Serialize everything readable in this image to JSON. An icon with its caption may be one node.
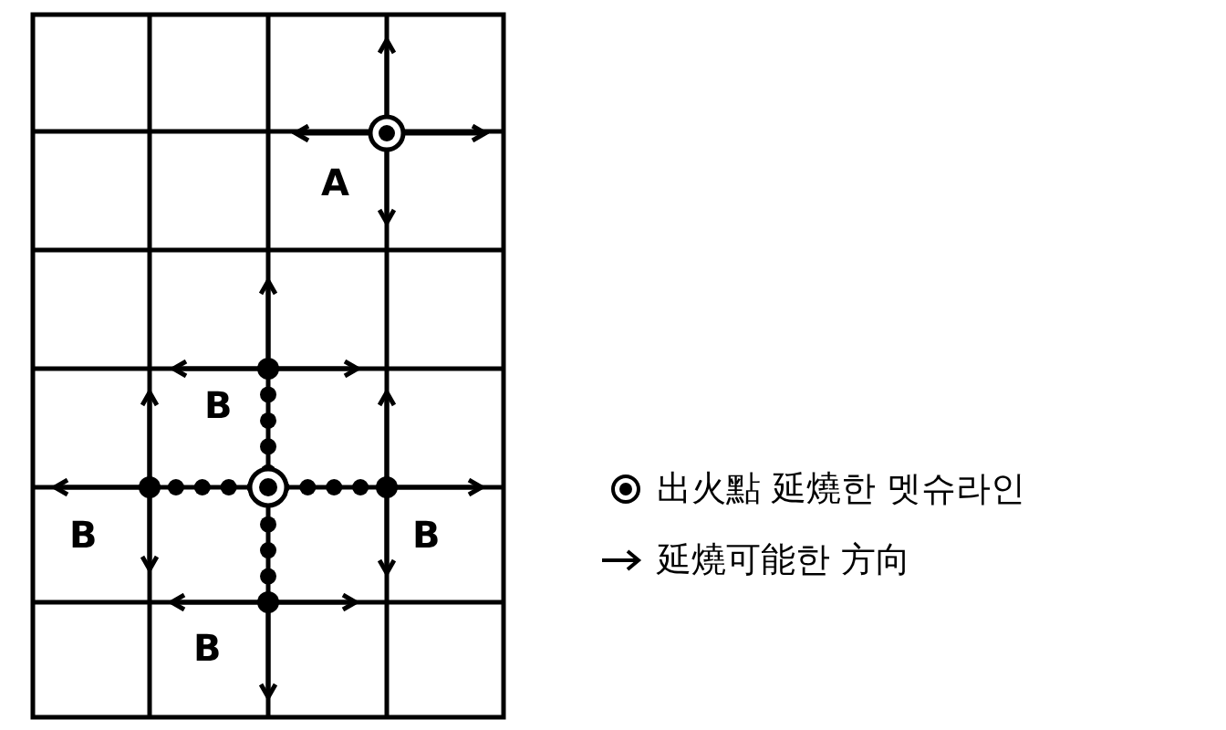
{
  "diagram": {
    "labels": [
      "A",
      "B",
      "B",
      "B",
      "B"
    ],
    "legend": [
      {
        "text": "出火點 延燒한 멧슈라인"
      },
      {
        "text": "延燒可能한 方向"
      }
    ]
  }
}
